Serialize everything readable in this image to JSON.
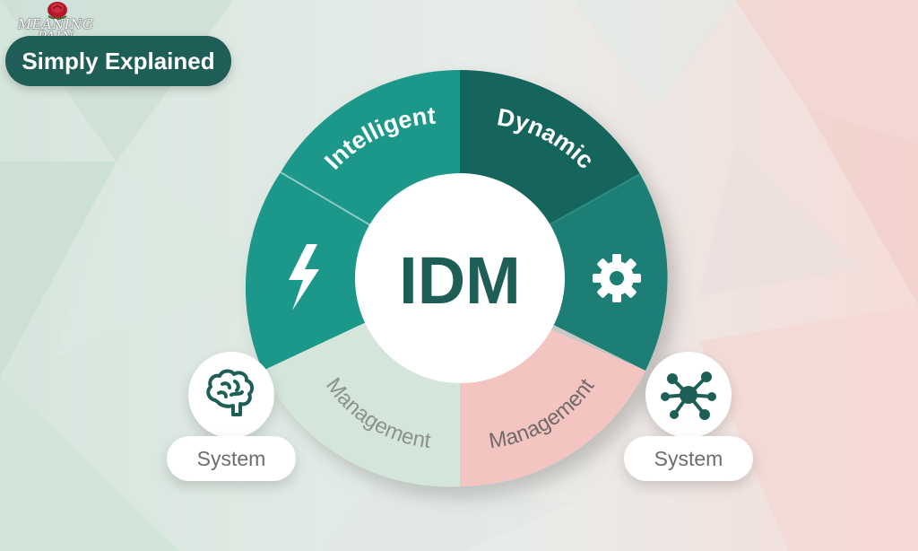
{
  "logo": {
    "text_line1": "MEANING",
    "text_line2": "PAIN"
  },
  "badge": {
    "label": "Simply Explained"
  },
  "wheel": {
    "center_label": "IDM",
    "segments": [
      {
        "label": "Intelligent",
        "color": "#1f988b"
      },
      {
        "label": "Dynamic",
        "color": "#15655d"
      },
      {
        "label": "Management",
        "color": "#f4c5c0"
      },
      {
        "label": "Management",
        "color": "#d4e6dc"
      }
    ],
    "icons": {
      "left": "lightning-icon",
      "right": "gear-icon"
    }
  },
  "side_items": [
    {
      "icon": "brain-icon",
      "label": "System"
    },
    {
      "icon": "network-icon",
      "label": "System"
    }
  ],
  "colors": {
    "teal_light": "#1f988b",
    "teal_dark": "#15655d",
    "teal_mid": "#1a7e74",
    "pink": "#f4c5c0",
    "mint": "#d4e6dc",
    "badge_bg": "#1e5e57",
    "icon_dark": "#1d5e56"
  }
}
